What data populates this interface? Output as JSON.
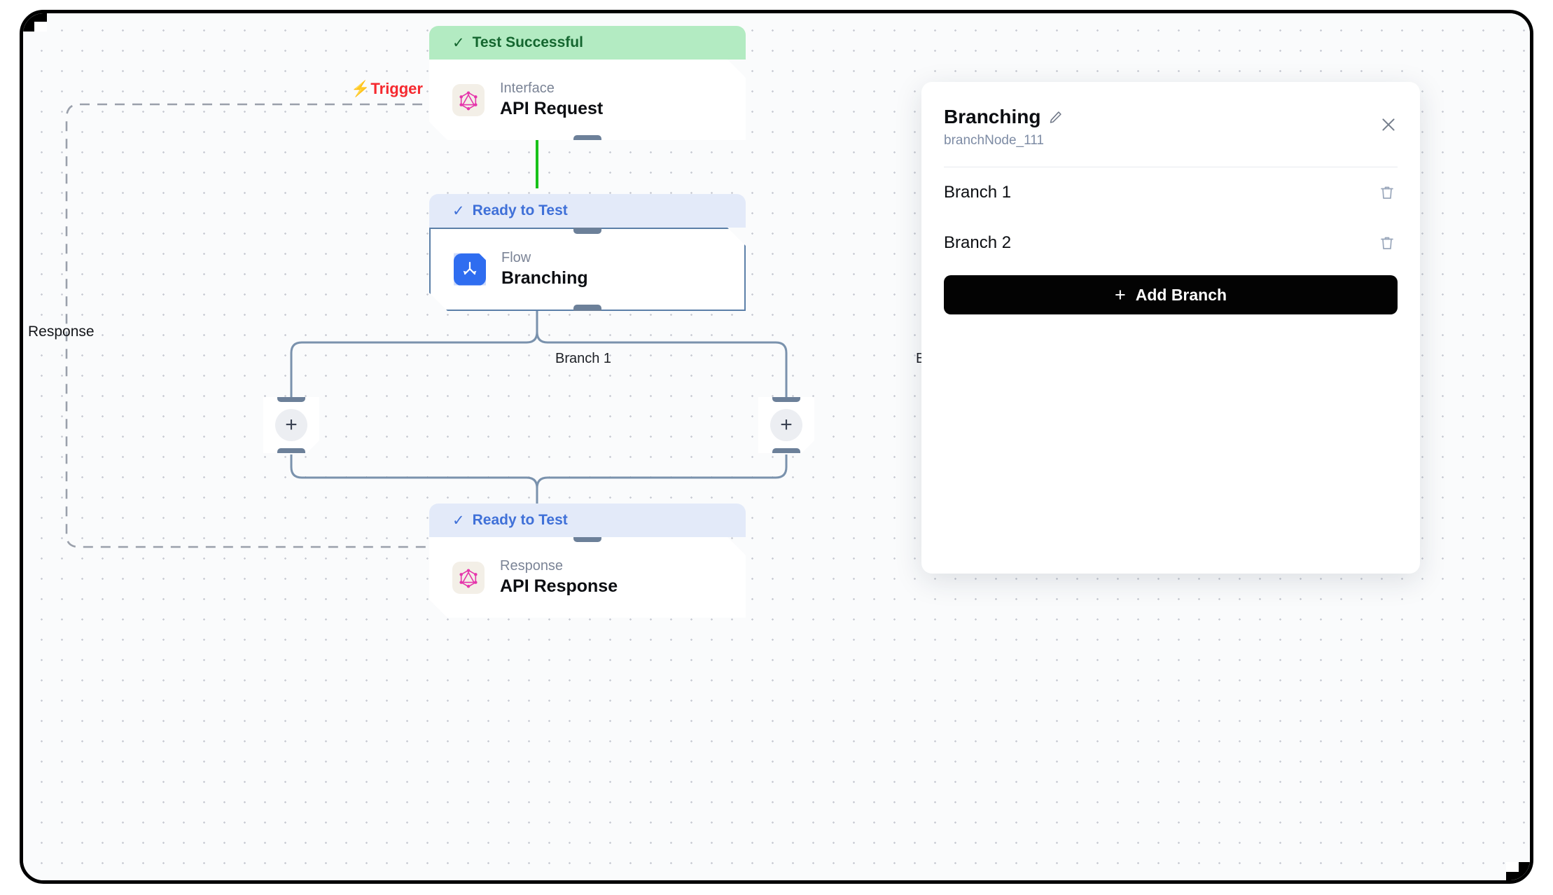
{
  "canvas": {
    "trigger_label": "Trigger",
    "trigger_icon": "lightning-bolt-icon",
    "response_label": "Response",
    "edge_labels": {
      "branch1": "Branch 1",
      "branch2": "Bra"
    }
  },
  "nodes": [
    {
      "id": "api-request",
      "status": "Test Successful",
      "status_variant": "success",
      "status_icon": "check-icon",
      "kind": "Interface",
      "title": "API Request",
      "icon": "graphql-icon"
    },
    {
      "id": "branching",
      "status": "Ready to Test",
      "status_variant": "ready",
      "status_icon": "check-icon",
      "kind": "Flow",
      "title": "Branching",
      "icon": "branch-flow-icon",
      "selected": true
    },
    {
      "id": "api-response",
      "status": "Ready to Test",
      "status_variant": "ready",
      "status_icon": "check-icon",
      "kind": "Response",
      "title": "API Response",
      "icon": "graphql-icon"
    }
  ],
  "add_node_buttons": [
    {
      "id": "add-node-branch1",
      "icon": "plus-icon"
    },
    {
      "id": "add-node-branch2",
      "icon": "plus-icon"
    }
  ],
  "panel": {
    "title": "Branching",
    "edit_icon": "pencil-icon",
    "subtitle": "branchNode_111",
    "close_icon": "close-icon",
    "branches": [
      {
        "label": "Branch 1",
        "delete_icon": "trash-icon"
      },
      {
        "label": "Branch 2",
        "delete_icon": "trash-icon"
      }
    ],
    "add_branch_label": "Add Branch",
    "add_branch_icon": "plus-icon"
  },
  "colors": {
    "success_bg": "#b3ebc2",
    "success_text": "#14662f",
    "ready_bg": "#e3eaf9",
    "ready_text": "#3f70d8",
    "trigger_red": "#f5292f",
    "edge_green": "#18c219",
    "edge_slate": "#7a92ad",
    "flow_icon_blue": "#2f6df0",
    "graphql_pink": "#e535ab",
    "button_black": "#030303"
  }
}
